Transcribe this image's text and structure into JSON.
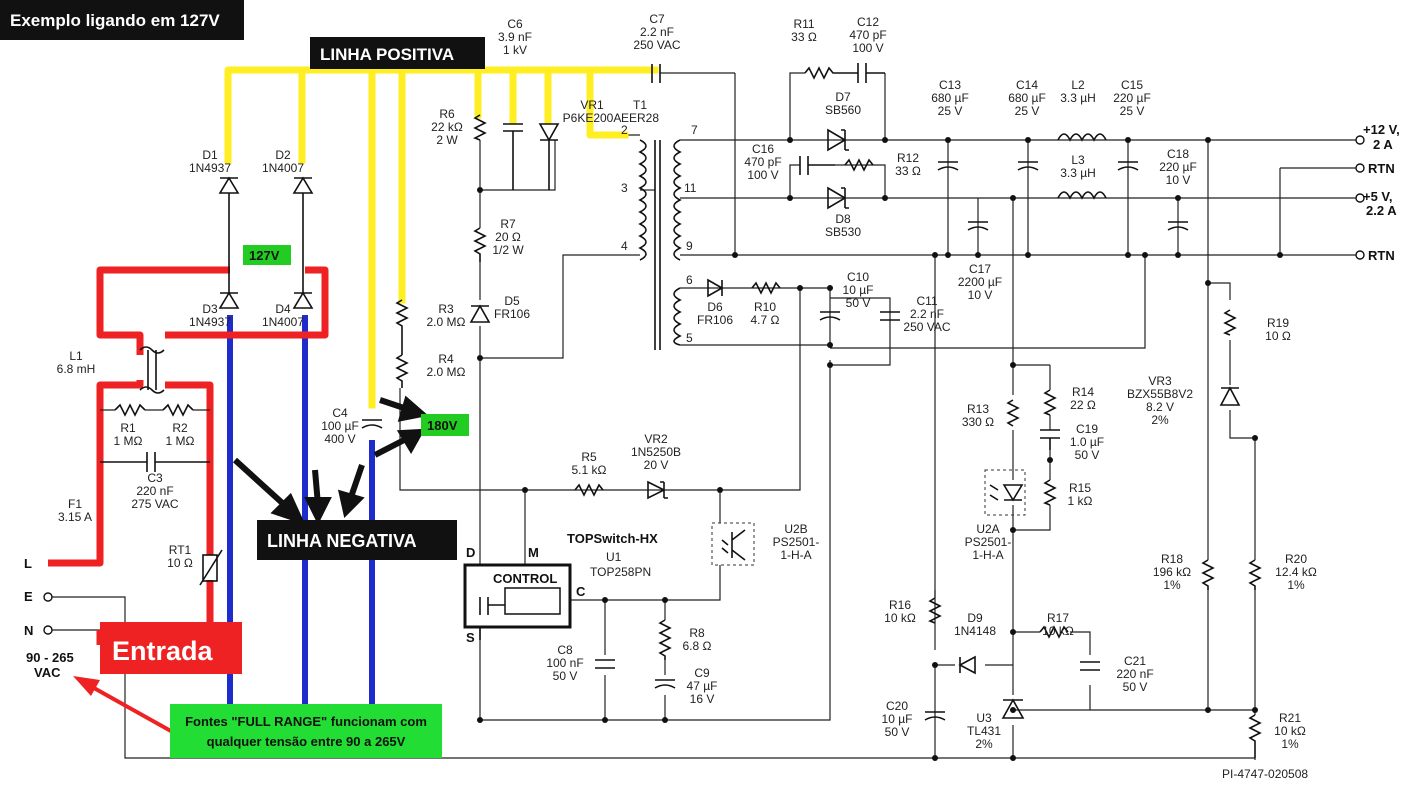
{
  "title": "Exemplo ligando em 127V",
  "banners": {
    "positive": "LINHA POSITIVA",
    "negative": "LINHA NEGATIVA",
    "input": "Entrada",
    "v127": "127V",
    "v180": "180V",
    "note_line1": "Fontes \"FULL RANGE\" funcionam com",
    "note_line2": "qualquer tensão entre 90 a 265V"
  },
  "colors": {
    "positive_line": "#ffee22",
    "input_line": "#ee2222",
    "negative_line": "#1f2ccc",
    "green_label": "#22cc22",
    "black_banner": "#111111"
  },
  "terminals": {
    "L": "L",
    "E": "E",
    "N": "N",
    "vin_1": "90 - 265",
    "vin_2": "VAC",
    "out12_1": "+12 V,",
    "out12_2": "2 A",
    "rtn1": "RTN",
    "out5_1": "+5 V,",
    "out5_2": "2.2 A",
    "rtn2": "RTN"
  },
  "ic": {
    "name": "TOPSwitch-HX",
    "u1": "U1",
    "part": "TOP258PN",
    "control": "CONTROL",
    "pin_d": "D",
    "pin_m": "M",
    "pin_c": "C",
    "pin_s": "S"
  },
  "components": {
    "D1": [
      "D1",
      "1N4937"
    ],
    "D2": [
      "D2",
      "1N4007"
    ],
    "D3": [
      "D3",
      "1N4937"
    ],
    "D4": [
      "D4",
      "1N4007"
    ],
    "L1": [
      "L1",
      "6.8 mH"
    ],
    "R1": [
      "R1",
      "1 MΩ"
    ],
    "R2": [
      "R2",
      "1 MΩ"
    ],
    "C3": [
      "C3",
      "220 nF",
      "275 VAC"
    ],
    "F1": [
      "F1",
      "3.15 A"
    ],
    "RT1": [
      "RT1",
      "10 Ω"
    ],
    "C4": [
      "C4",
      "100 µF",
      "400 V"
    ],
    "R3": [
      "R3",
      "2.0 MΩ"
    ],
    "R4": [
      "R4",
      "2.0 MΩ"
    ],
    "C6": [
      "C6",
      "3.9 nF",
      "1 kV"
    ],
    "R6": [
      "R6",
      "22 kΩ",
      "2 W"
    ],
    "VR1": [
      "VR1",
      "P6KE200A"
    ],
    "R7": [
      "R7",
      "20 Ω",
      "1/2 W"
    ],
    "D5": [
      "D5",
      "FR106"
    ],
    "C7": [
      "C7",
      "2.2 nF",
      "250 VAC"
    ],
    "T1": [
      "T1",
      "EER28"
    ],
    "R11": [
      "R11",
      "33 Ω"
    ],
    "C12": [
      "C12",
      "470 pF",
      "100 V"
    ],
    "D7": [
      "D7",
      "SB560"
    ],
    "C16": [
      "C16",
      "470 pF",
      "100 V"
    ],
    "R12": [
      "R12",
      "33 Ω"
    ],
    "D8": [
      "D8",
      "SB530"
    ],
    "C13": [
      "C13",
      "680 µF",
      "25 V"
    ],
    "C14": [
      "C14",
      "680 µF",
      "25 V"
    ],
    "L2": [
      "L2",
      "3.3 µH"
    ],
    "C15": [
      "C15",
      "220 µF",
      "25 V"
    ],
    "L3": [
      "L3",
      "3.3 µH"
    ],
    "C18": [
      "C18",
      "220 µF",
      "10 V"
    ],
    "C17": [
      "C17",
      "2200 µF",
      "10 V"
    ],
    "D6": [
      "D6",
      "FR106"
    ],
    "R10": [
      "R10",
      "4.7 Ω"
    ],
    "C10": [
      "C10",
      "10 µF",
      "50 V"
    ],
    "C11": [
      "C11",
      "2.2 nF",
      "250 VAC"
    ],
    "R5": [
      "R5",
      "5.1 kΩ"
    ],
    "VR2": [
      "VR2",
      "1N5250B",
      "20 V"
    ],
    "U2B": [
      "U2B",
      "PS2501-",
      "1-H-A"
    ],
    "C8": [
      "C8",
      "100 nF",
      "50 V"
    ],
    "R8": [
      "R8",
      "6.8 Ω"
    ],
    "C9": [
      "C9",
      "47 µF",
      "16 V"
    ],
    "R13": [
      "R13",
      "330 Ω"
    ],
    "R14": [
      "R14",
      "22 Ω"
    ],
    "C19": [
      "C19",
      "1.0 µF",
      "50 V"
    ],
    "R15": [
      "R15",
      "1 kΩ"
    ],
    "U2A": [
      "U2A",
      "PS2501-",
      "1-H-A"
    ],
    "R16": [
      "R16",
      "10 kΩ"
    ],
    "D9": [
      "D9",
      "1N4148"
    ],
    "R17": [
      "R17",
      "10 kΩ"
    ],
    "C21": [
      "C21",
      "220 nF",
      "50 V"
    ],
    "C20": [
      "C20",
      "10 µF",
      "50 V"
    ],
    "U3": [
      "U3",
      "TL431",
      "2%"
    ],
    "R19": [
      "R19",
      "10 Ω"
    ],
    "VR3": [
      "VR3",
      "BZX55B8V2",
      "8.2 V",
      "2%"
    ],
    "R18": [
      "R18",
      "196 kΩ",
      "1%"
    ],
    "R20": [
      "R20",
      "12.4 kΩ",
      "1%"
    ],
    "R21": [
      "R21",
      "10 kΩ",
      "1%"
    ]
  },
  "pins": {
    "p2": "2",
    "p3": "3",
    "p4": "4",
    "p7": "7",
    "p11": "11",
    "p9": "9",
    "p6": "6",
    "p5": "5"
  },
  "footer": "PI-4747-020508"
}
